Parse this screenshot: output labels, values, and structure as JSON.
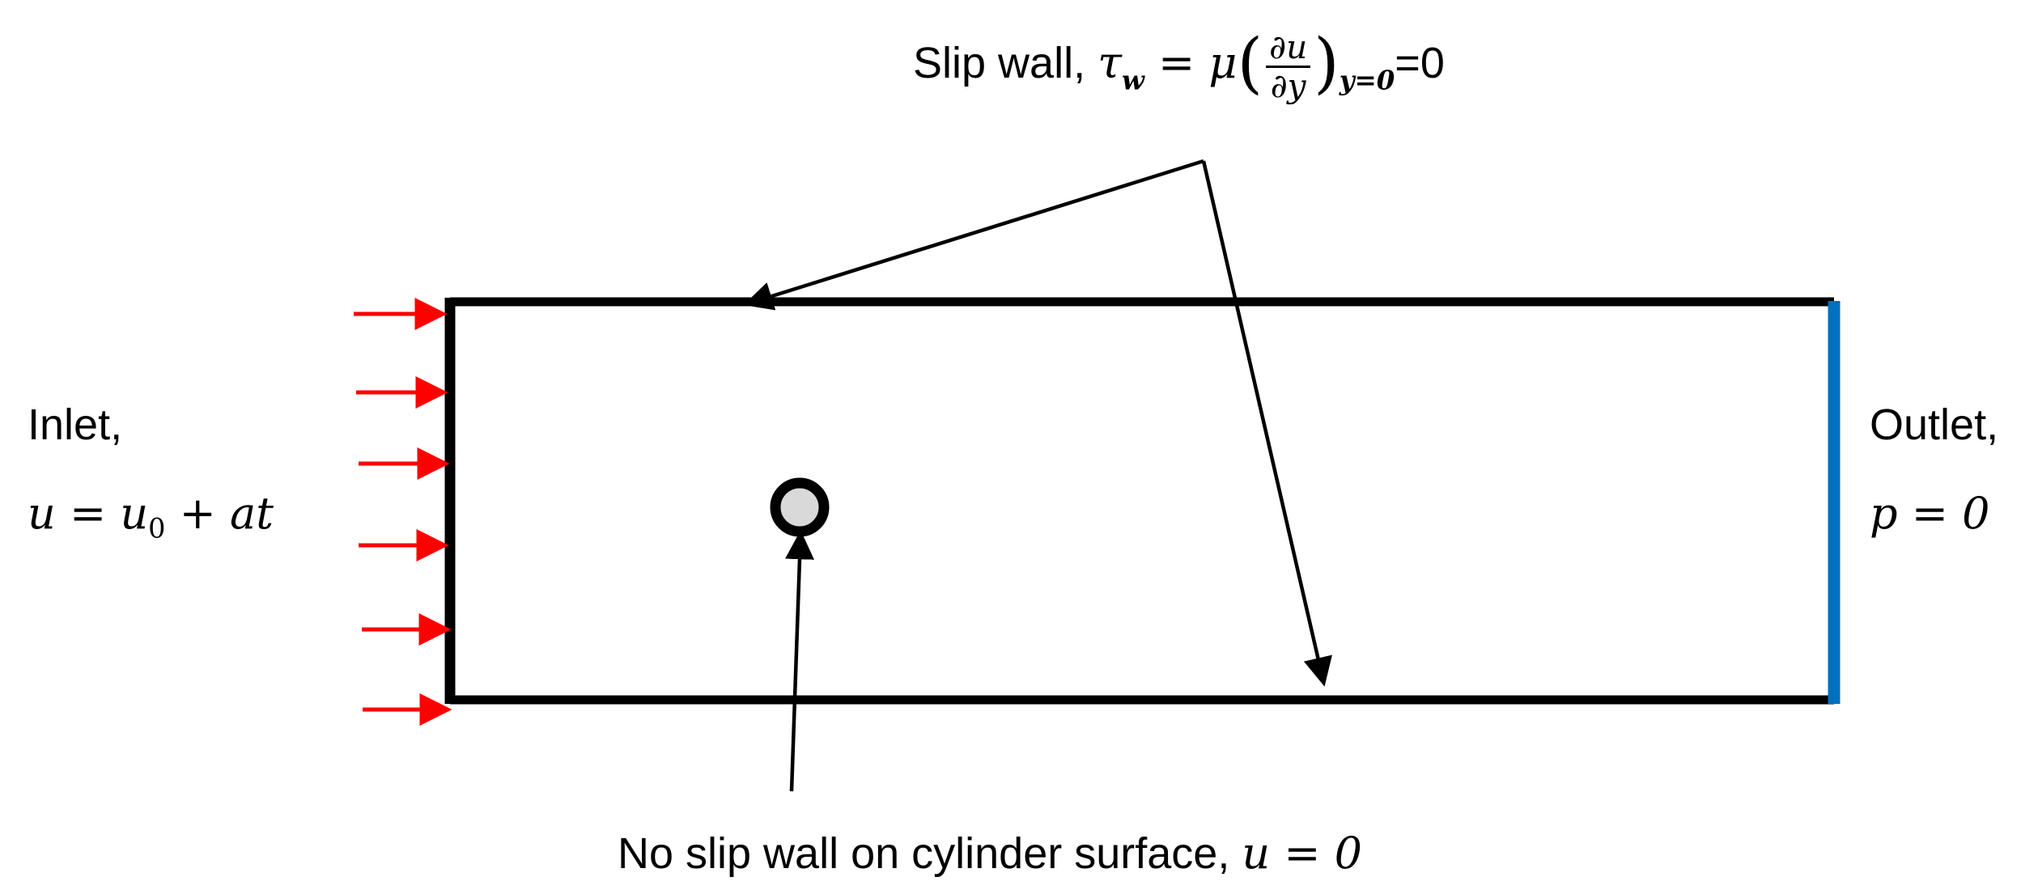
{
  "labels": {
    "slip_wall_prefix": "Slip wall, ",
    "slip_wall_eq_zero": "=0",
    "inlet_title": "Inlet,",
    "outlet_title": "Outlet,",
    "no_slip_prefix": "No slip wall on cylinder surface, "
  },
  "math": {
    "tau": "τ",
    "tau_sub": "w",
    "equals": " = ",
    "mu": "μ",
    "frac_num": "∂u",
    "frac_den": "∂y",
    "lparen": "(",
    "rparen": ")",
    "eval_sub": "y=0",
    "inlet_eq": "u = u",
    "inlet_sub": "0",
    "inlet_rest": " + at",
    "outlet_eq": "p = 0",
    "no_slip_eq": "u = 0"
  },
  "colors": {
    "wall": "#000000",
    "inlet_arrow": "#ff0000",
    "outlet": "#0070c0",
    "cylinder_fill": "#d9d9d9"
  }
}
